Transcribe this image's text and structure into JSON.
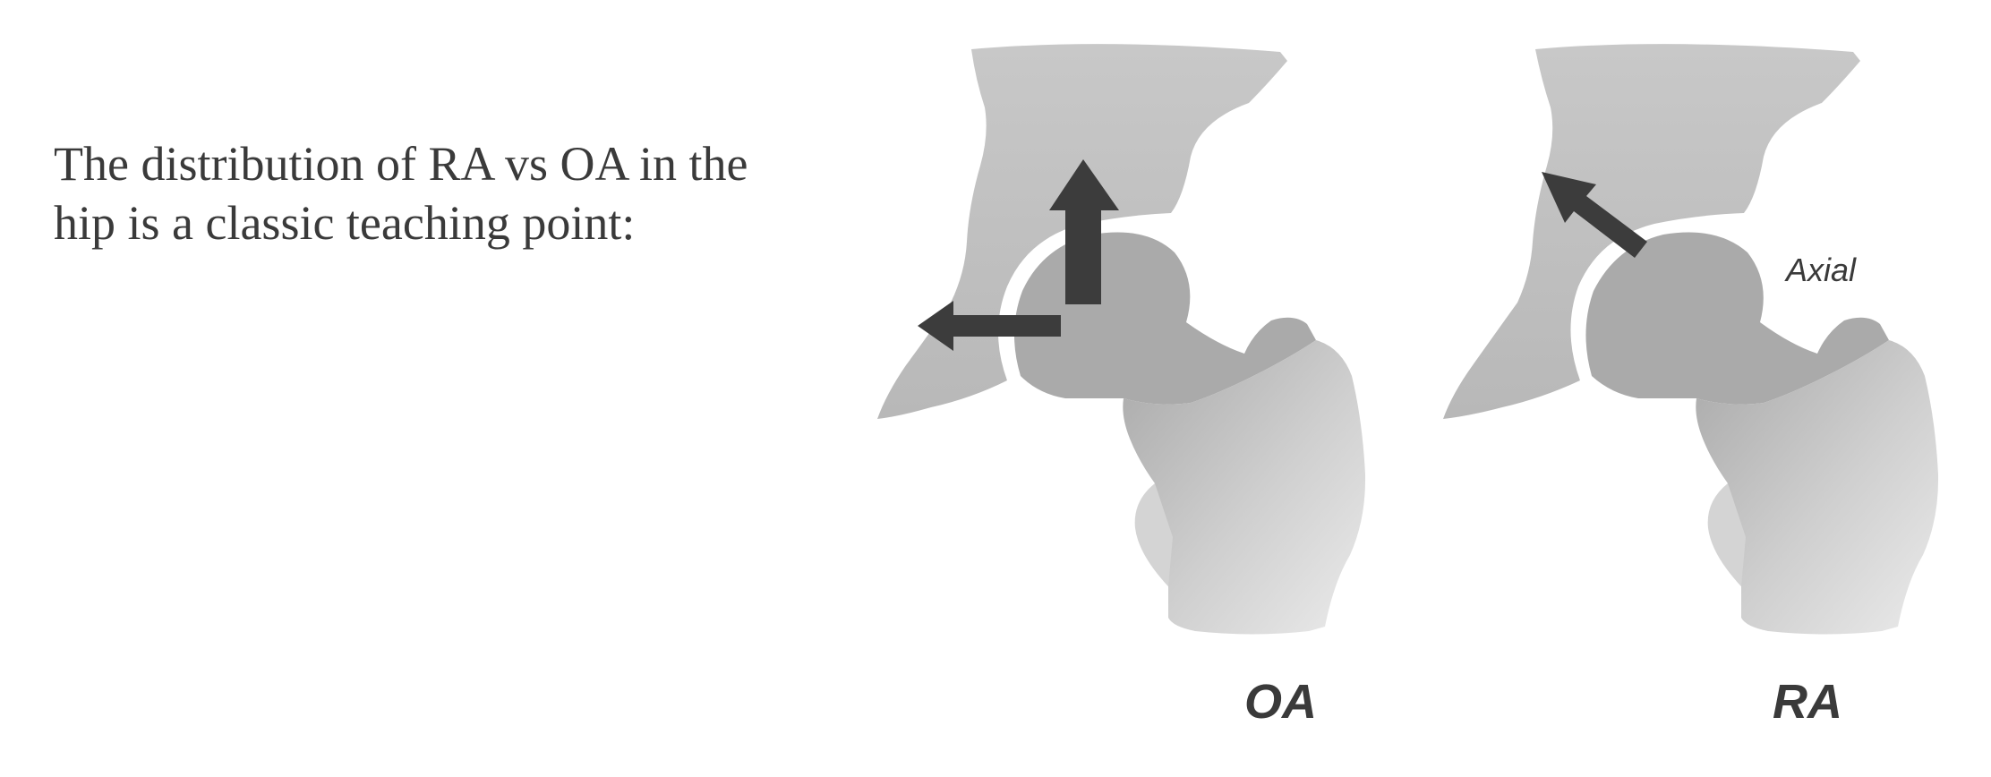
{
  "intro": {
    "line1": "The distribution of RA vs OA in the",
    "line2": "hip is a classic teaching point:"
  },
  "figures": {
    "oa": {
      "label": "OA",
      "arrows": [
        "superior",
        "medial"
      ]
    },
    "ra": {
      "label": "RA",
      "annotation": "Axial",
      "arrows": [
        "axial"
      ]
    }
  },
  "colors": {
    "pelvis": "#c3c3c3",
    "femur_head": "#a9a9a9",
    "femur_shaft": "#dcdcdc",
    "arrow": "#3c3c3c",
    "text": "#3a3a3a"
  }
}
